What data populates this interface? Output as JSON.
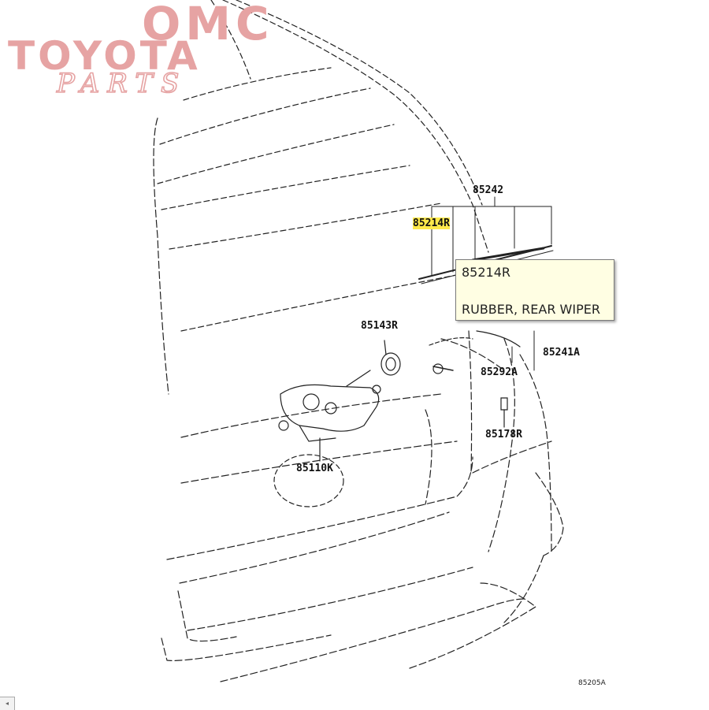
{
  "watermark": {
    "line1": "OMC",
    "line2": "TOYOTA",
    "line3": "PARTS",
    "color": "#e6a3a3"
  },
  "parts": {
    "p85242": "85242",
    "p85214R": "85214R",
    "p85143R": "85143R",
    "p85241A": "85241A",
    "p85292A": "85292A",
    "p85178R": "85178R",
    "p85110K": "85110K"
  },
  "tooltip": {
    "part_number": "85214R",
    "description": "RUBBER, REAR WIPER"
  },
  "figure_ref": "85205A",
  "colors": {
    "highlight": "#ffe94a",
    "tooltip_bg": "#fffee3",
    "line": "#222222"
  },
  "icons": {
    "corner": "scroll-left-icon"
  }
}
